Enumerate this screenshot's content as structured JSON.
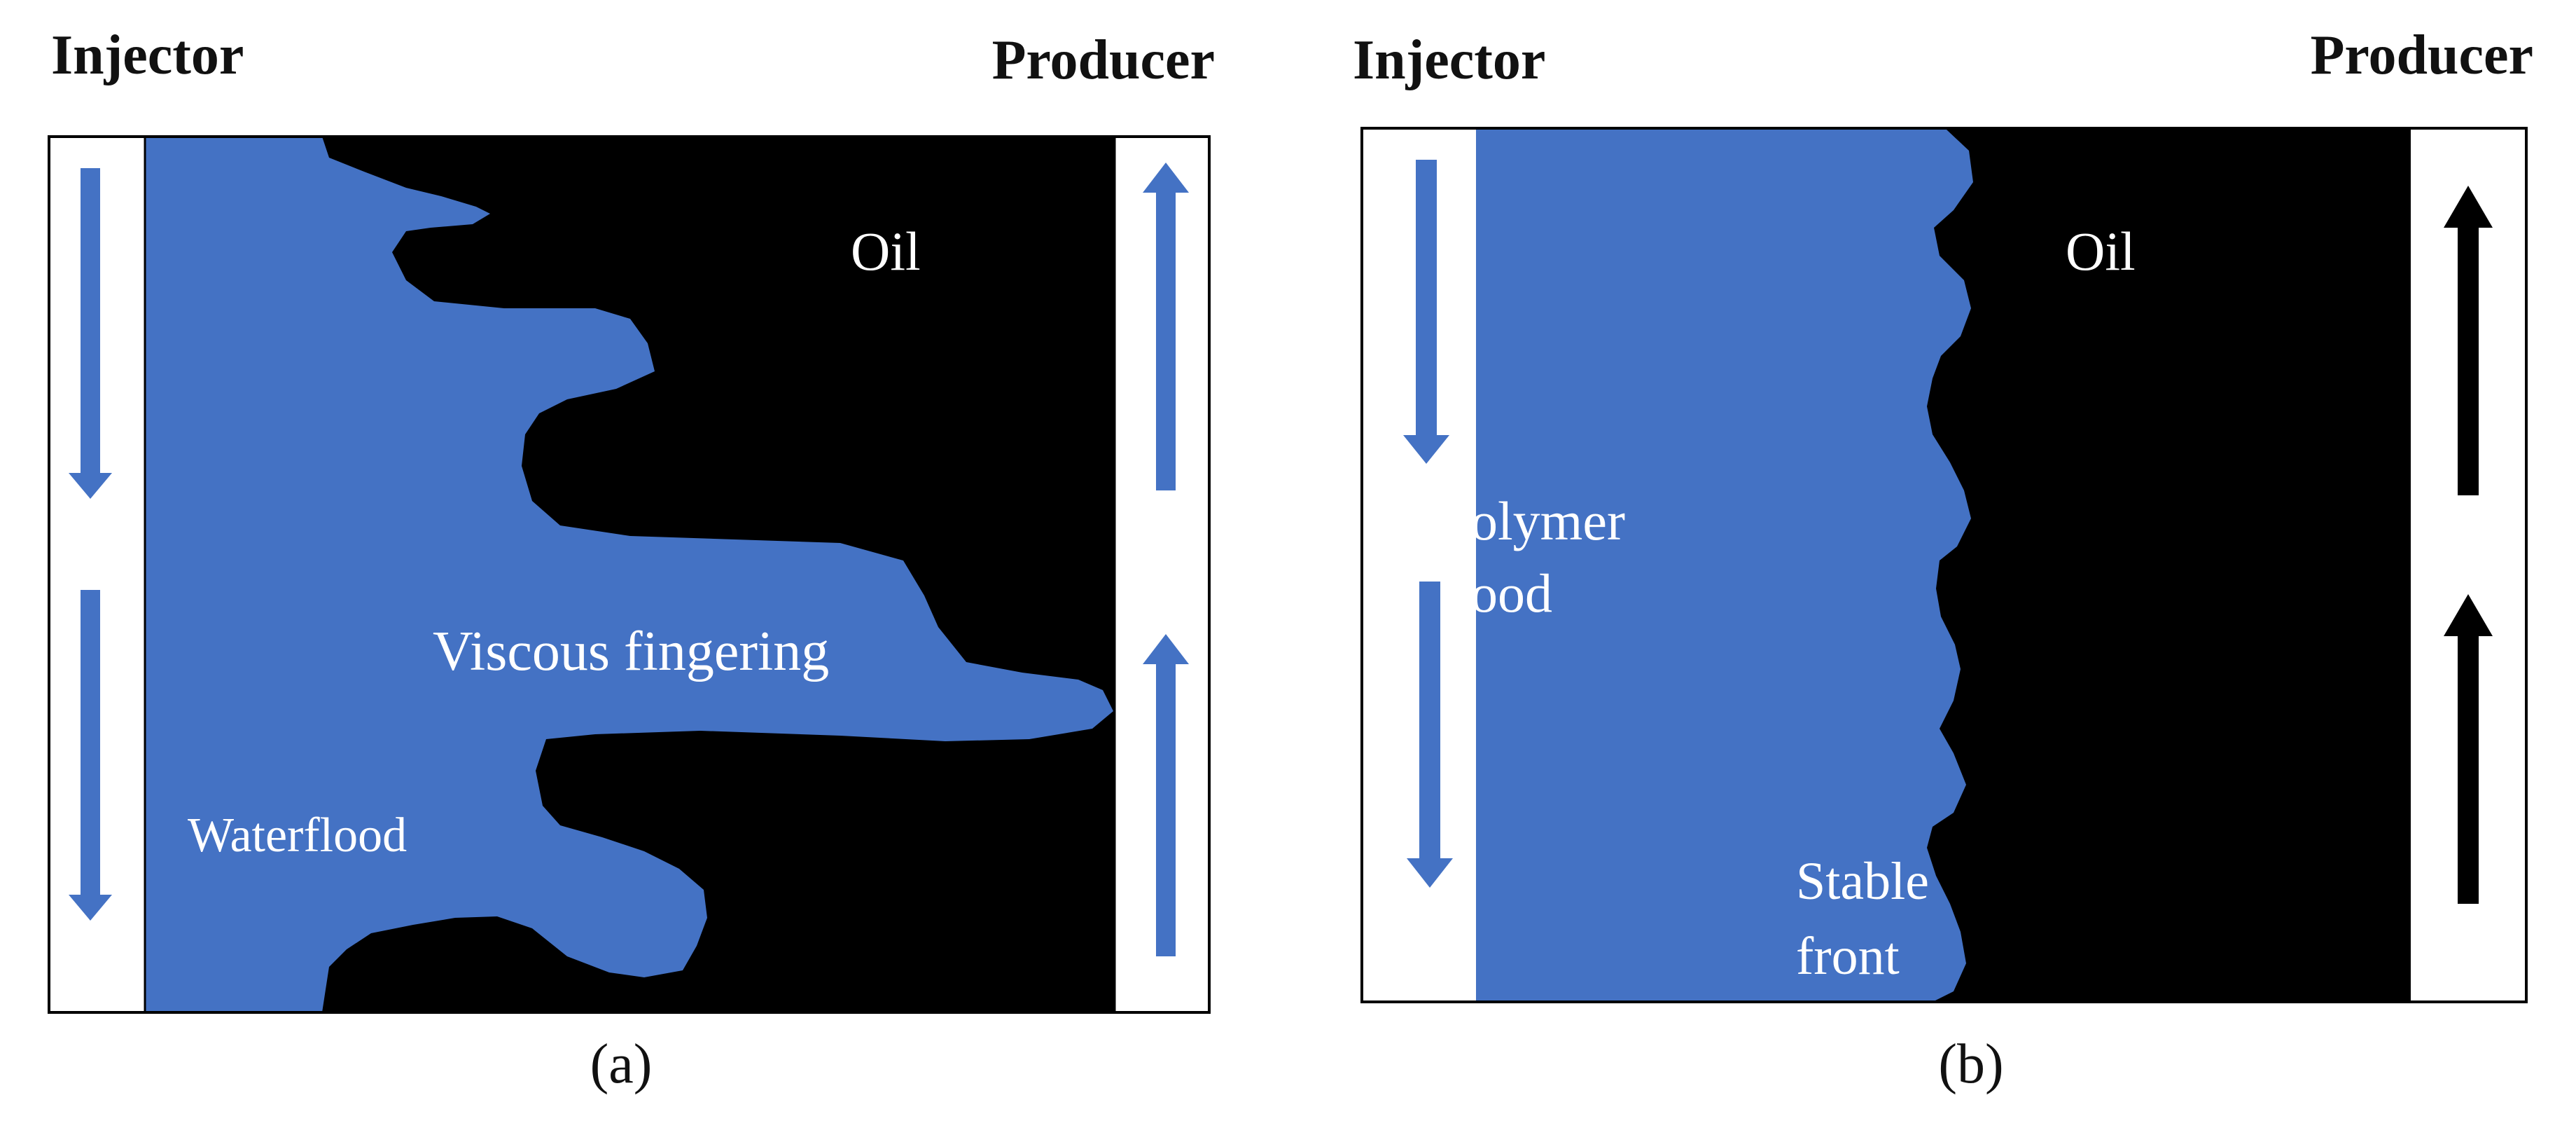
{
  "colors": {
    "water": "#4472C4",
    "oil": "#000000",
    "well_bg": "#ffffff",
    "frame": "#000000",
    "arrow_injector": "#4472C4",
    "arrow_producer_a": "#4472C4",
    "arrow_producer_b": "#000000"
  },
  "panel_a": {
    "injector_label": "Injector",
    "producer_label": "Producer",
    "oil_label": "Oil",
    "fingering_label": "Viscous fingering",
    "flood_label": "Waterflood",
    "caption": "(a)"
  },
  "panel_b": {
    "injector_label": "Injector",
    "producer_label": "Producer",
    "oil_label": "Oil",
    "flood_label_line1": "olymer",
    "flood_label_line2": "ood",
    "front_label_line1": "Stable",
    "front_label_line2": "front",
    "caption": "(b)"
  }
}
